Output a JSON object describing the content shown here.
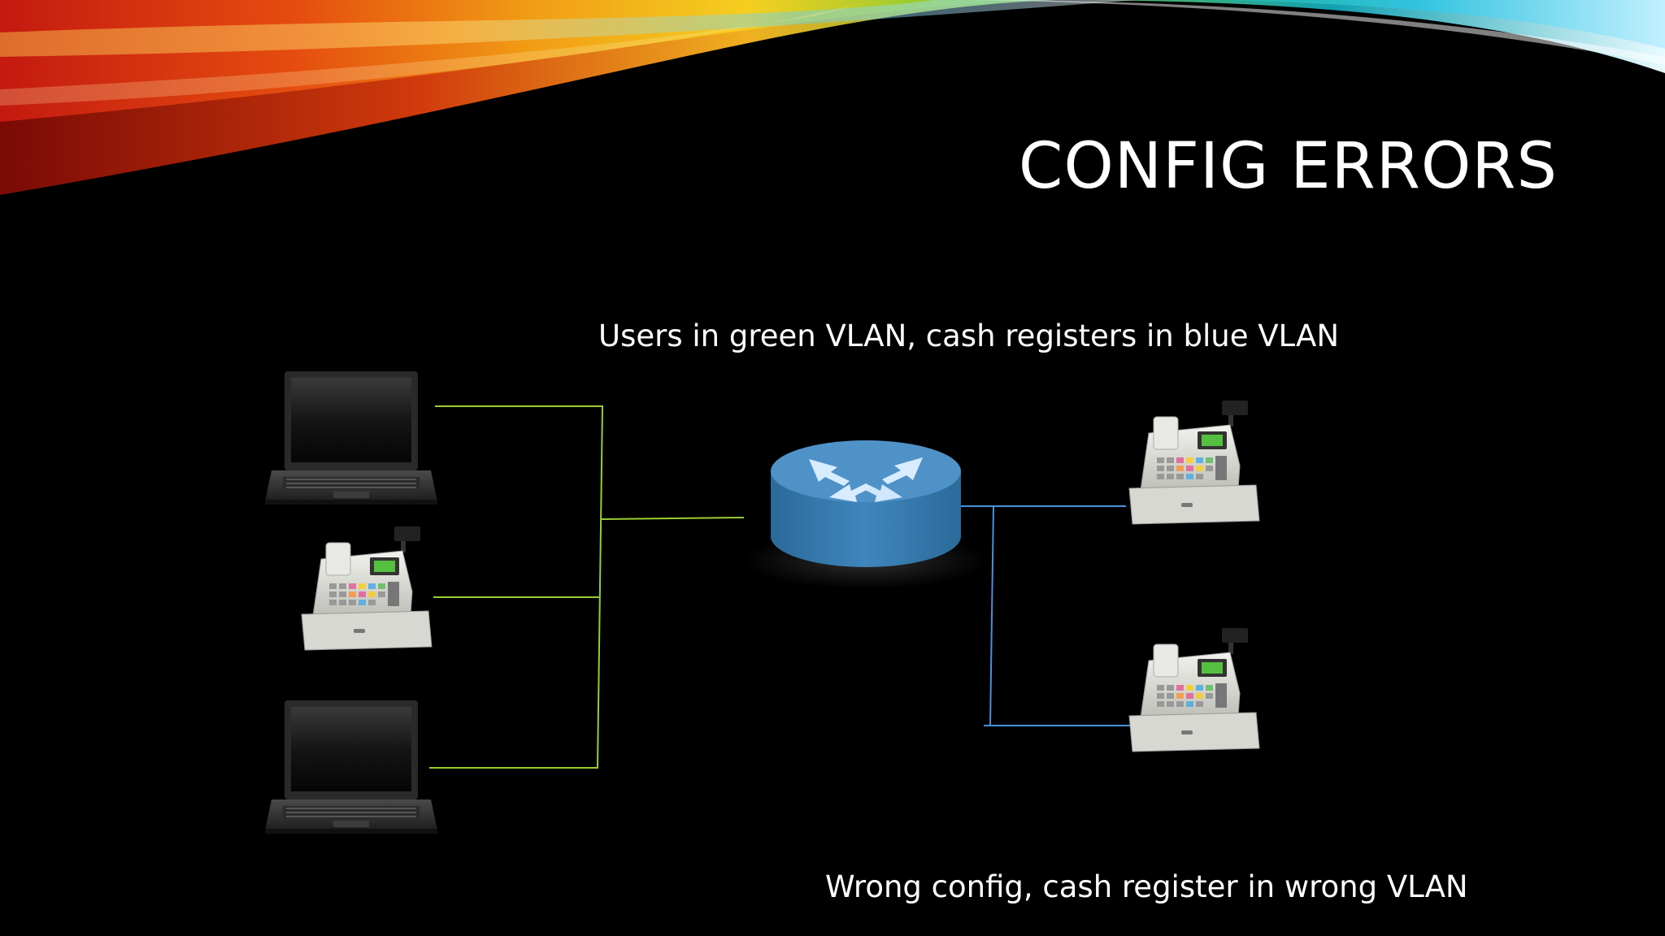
{
  "slide": {
    "title": "CONFIG ERRORS",
    "caption_top": "Users in green VLAN, cash registers in blue VLAN",
    "caption_bottom": "Wrong config, cash register in wrong VLAN"
  },
  "diagram": {
    "nodes": [
      {
        "name": "laptop-icon",
        "kind": "laptop",
        "vlan": "green"
      },
      {
        "name": "cash-register-icon",
        "kind": "cash register",
        "vlan": "green"
      },
      {
        "name": "laptop-icon",
        "kind": "laptop",
        "vlan": "green"
      },
      {
        "name": "router-icon",
        "kind": "router"
      },
      {
        "name": "cash-register-icon",
        "kind": "cash register",
        "vlan": "blue"
      },
      {
        "name": "cash-register-icon",
        "kind": "cash register",
        "vlan": "blue"
      }
    ],
    "colors": {
      "green_vlan": "#9acd32",
      "blue_vlan": "#4a90d9",
      "router": "#3a7fb5",
      "title": "#ffffff",
      "background": "#000000"
    }
  }
}
